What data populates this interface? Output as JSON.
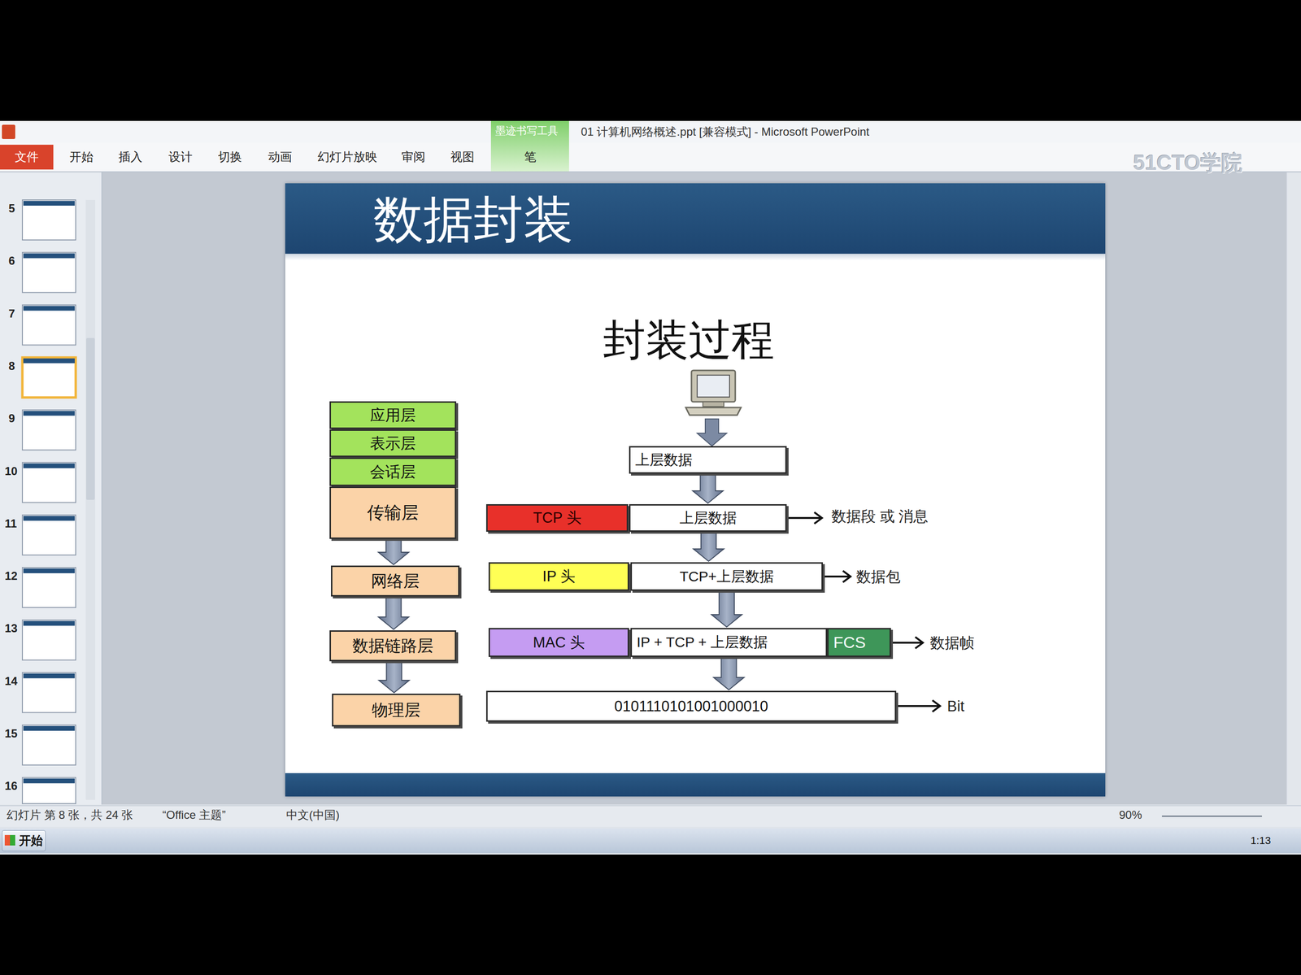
{
  "diagram": {
    "title": "数据封装",
    "nodes": [
      {
        "text": [
          "应用层"
        ]
      },
      {
        "text": [
          "表示层"
        ]
      },
      {
        "text": [
          "会话层"
        ]
      },
      {
        "text": [
          "传输层"
        ]
      },
      {
        "text": [
          "网络层"
        ]
      },
      {
        "text": [
          "数据链路层"
        ]
      },
      {
        "text": [
          "物理层"
        ]
      },
      {
        "text": [
          "上层数据"
        ]
      },
      {
        "text": [
          "TCP 头"
        ]
      },
      {
        "text": [
          "上层数据"
        ]
      },
      {
        "text": [
          "IP 头"
        ]
      },
      {
        "text": [
          "TCP+上层数据"
        ]
      },
      {
        "text": [
          "MAC 头"
        ]
      },
      {
        "text": [
          "IP + TCP + 上层数据"
        ]
      },
      {
        "text": [
          "FCS"
        ]
      },
      {
        "text": [
          "0101110101001000010"
        ]
      }
    ],
    "edges": [
      {
        "from": 3,
        "to": 4,
        "arrow": "to"
      },
      {
        "from": 4,
        "to": 5,
        "arrow": "to"
      },
      {
        "from": 5,
        "to": 6,
        "arrow": "to"
      },
      {
        "from": 7,
        "to": 9,
        "arrow": "to"
      },
      {
        "from": 9,
        "to": 11,
        "arrow": "to"
      },
      {
        "from": 11,
        "to": 13,
        "arrow": "to"
      },
      {
        "from": 13,
        "to": 15,
        "arrow": "to"
      }
    ],
    "labels": [
      "01 计算机网络概述.ppt [兼容模式] - Microsoft PowerPoint",
      "墨迹书写工具",
      "文件",
      "开始",
      "插入",
      "设计",
      "切换",
      "动画",
      "幻灯片放映",
      "审阅",
      "视图",
      "笔",
      "51CTO学院",
      "5",
      "6",
      "7",
      "8",
      "9",
      "10",
      "11",
      "12",
      "13",
      "14",
      "15",
      "16",
      "封装过程",
      "数据段 或 消息",
      "数据包",
      "数据帧",
      "Bit",
      "幻灯片 第 8 张，共 24 张",
      "“Office 主题”",
      "中文(中国)",
      "90%",
      "开始",
      "1:13"
    ]
  }
}
